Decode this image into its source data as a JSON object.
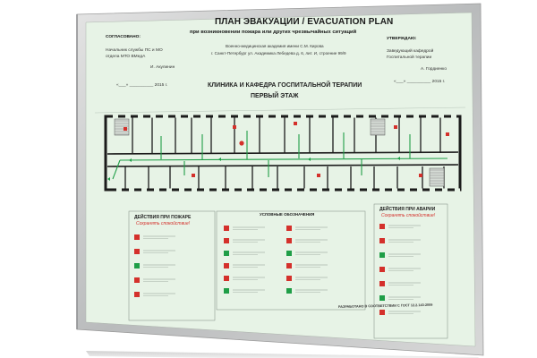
{
  "approval_left": {
    "heading": "СОГЛАСОВАНО:",
    "line1": "Начальник службы ПС и МО",
    "line2": "отдела МТО ВМедА",
    "name": "И. Акулинин",
    "date": "«___» __________ 2015 г."
  },
  "approval_right": {
    "heading": "УТВЕРЖДАЮ:",
    "line1": "Заведующий кафедрой",
    "line2": "Госпитальной терапии",
    "name": "А. Гордиенко",
    "date": "«___» __________ 2015 г."
  },
  "title": {
    "main": "ПЛАН ЭВАКУАЦИИ / EVACUATION PLAN",
    "sub": "при возникновении пожара или других чрезвычайных ситуаций"
  },
  "address": {
    "line1": "Военно-медицинская академия имени С.М. Кирова",
    "line2": "г. Санкт-Петербург ул. Академика Лебедева д. 6, лит. И, строение 99/9"
  },
  "department": {
    "name": "КЛИНИКА И КАФЕДРА ГОСПИТАЛЬНОЙ ТЕРАПИИ",
    "floor": "ПЕРВЫЙ ЭТАЖ"
  },
  "fire_section": {
    "title": "ДЕЙСТВИЯ ПРИ ПОЖАРЕ",
    "subtitle": "Сохранять спокойствие!"
  },
  "legend": {
    "title": "УСЛОВНЫЕ ОБОЗНАЧЕНИЯ"
  },
  "accident_section": {
    "title": "ДЕЙСТВИЯ ПРИ АВАРИИ",
    "subtitle": "Сохранять спокойствие!"
  },
  "footer": {
    "compliance": "РАЗРАБОТАНО В СООТВЕТСТВИИ С ГОСТ 12.2.143-2009"
  },
  "colors": {
    "panel": "#e7f3e6",
    "frame": "#c9cacb",
    "wall": "#1b1b1b",
    "evac_route": "#1f9e47",
    "safety_red": "#d4302b"
  }
}
